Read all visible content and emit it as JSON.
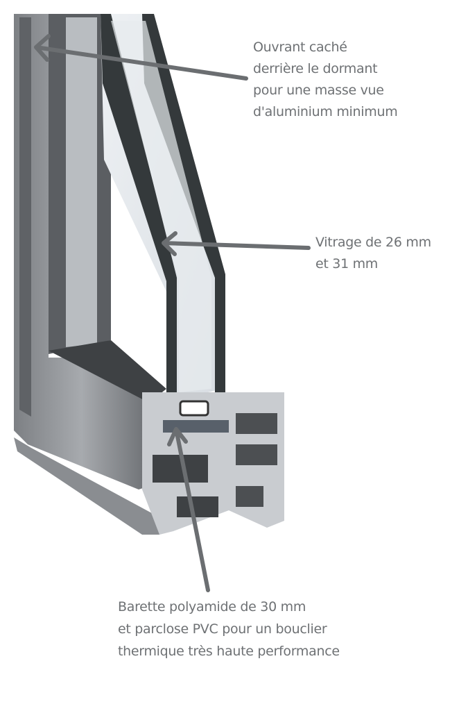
{
  "annotations": {
    "hidden_sash": {
      "lines": [
        "Ouvrant caché",
        "derrière le dormant",
        "pour une masse vue",
        "d'aluminium minimum"
      ]
    },
    "glazing": {
      "lines": [
        "Vitrage de 26 mm",
        "et 31 mm"
      ]
    },
    "thermal_break": {
      "lines": [
        "Barette polyamide de 30 mm",
        "et parclose PVC pour un bouclier",
        "thermique très haute performance"
      ]
    }
  },
  "colors": {
    "text": "#6e7174",
    "arrow": "#6b6e71",
    "aluminium": "#8d9094",
    "glass": "#3c4446"
  }
}
